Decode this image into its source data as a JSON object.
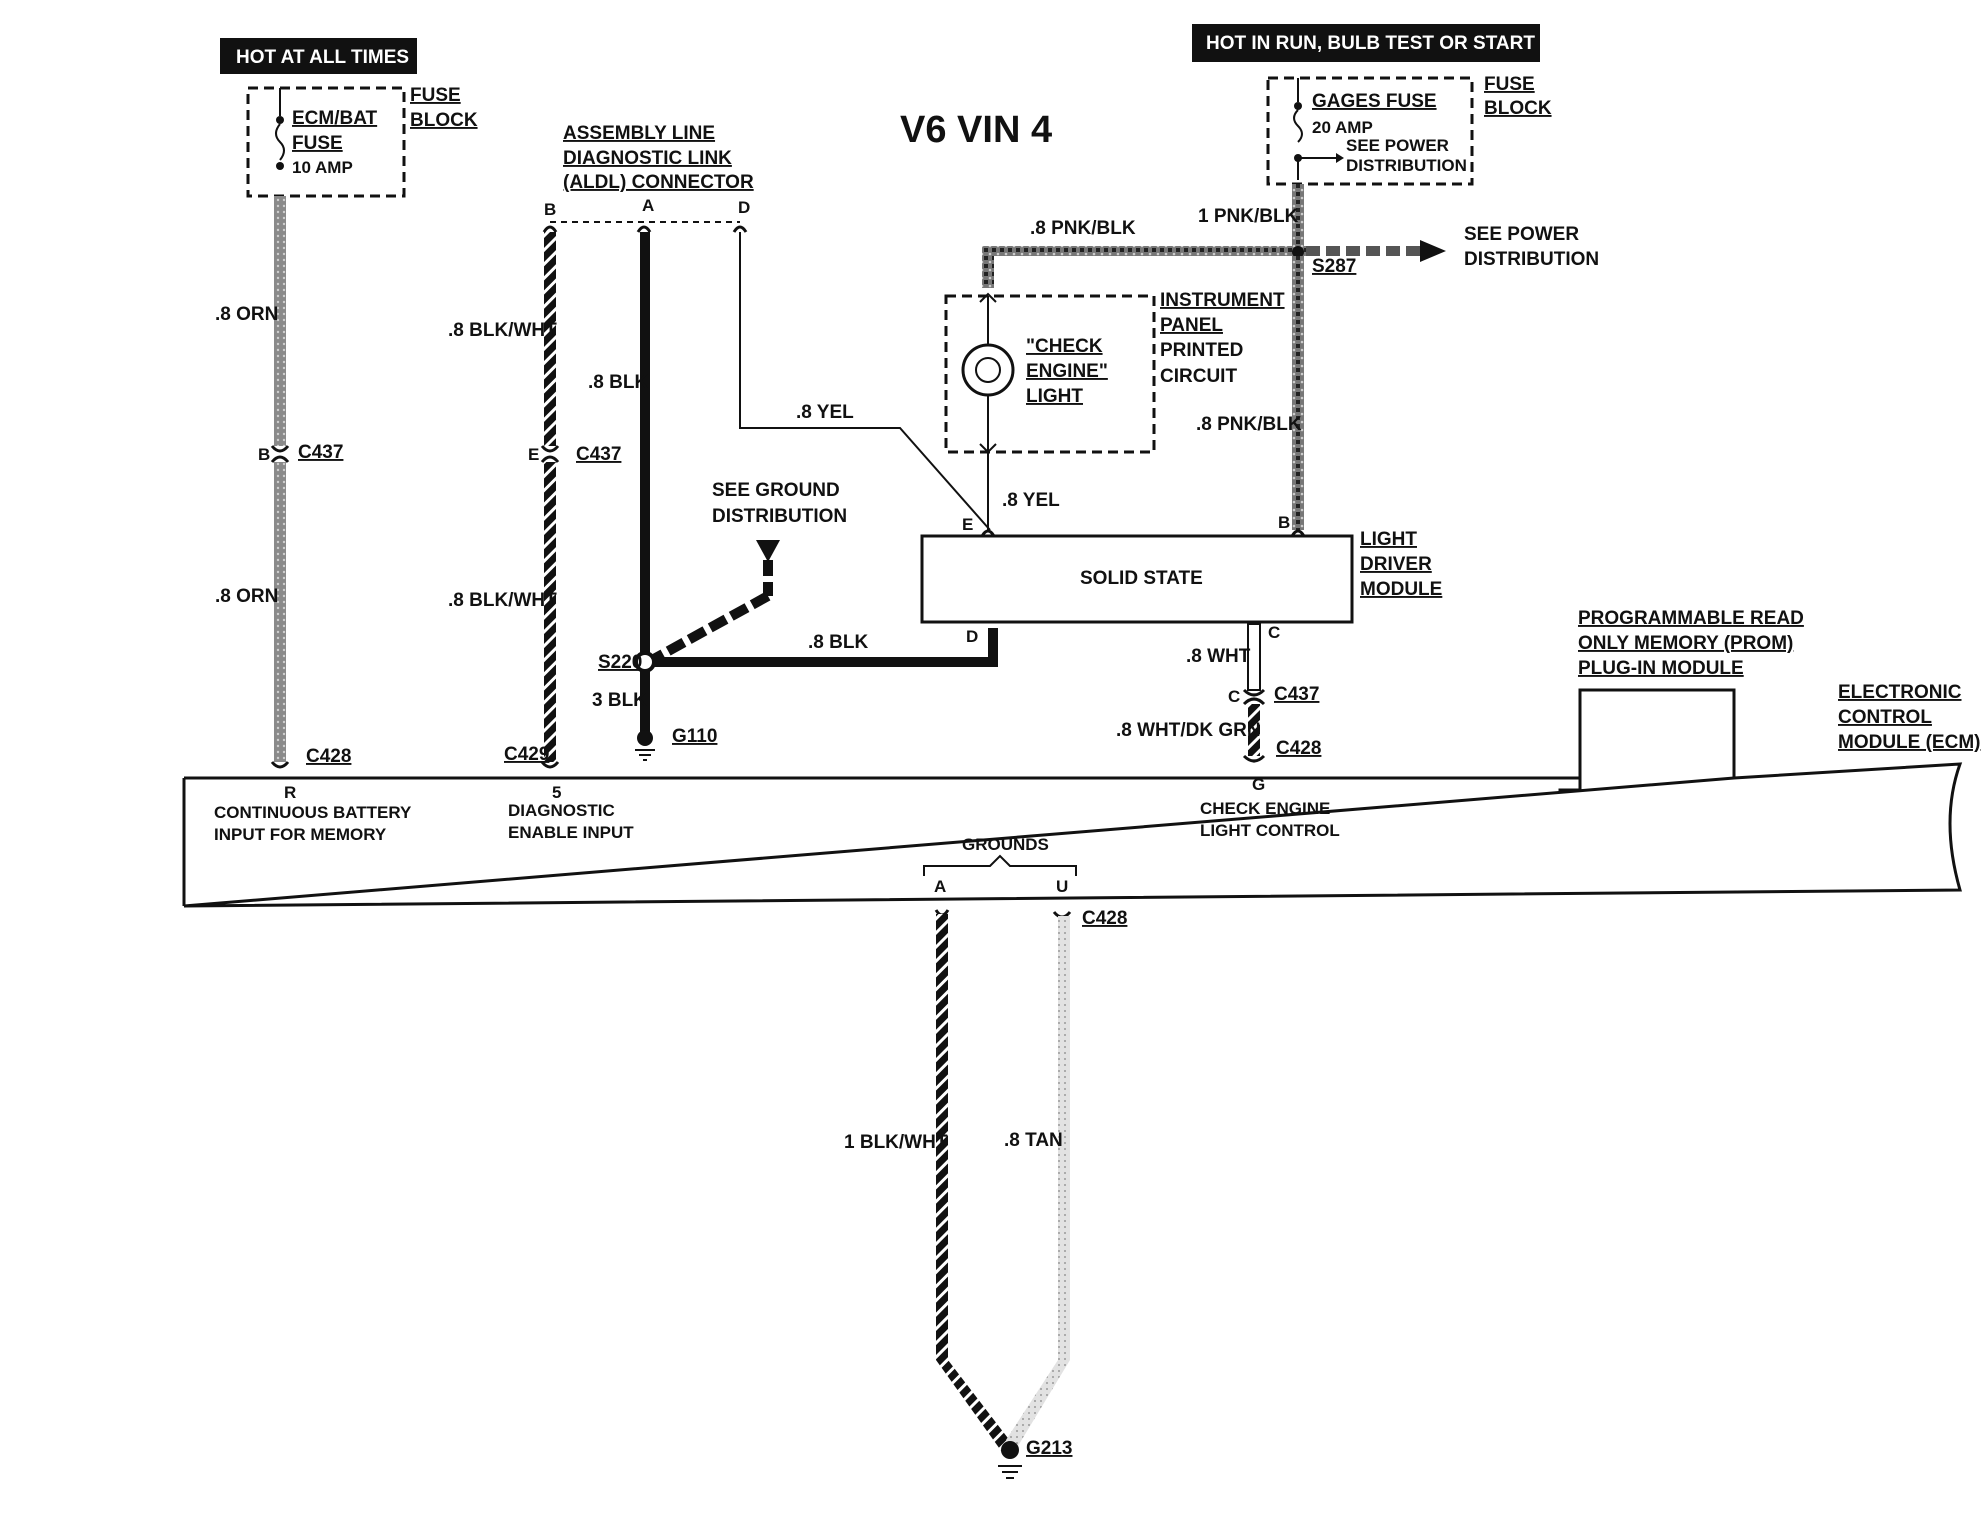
{
  "title": "V6 VIN 4",
  "hot_left": "HOT AT ALL TIMES",
  "hot_right": "HOT IN RUN,  BULB TEST OR START",
  "fuse_left": {
    "name": "ECM/BAT",
    "name2": "FUSE",
    "rating": "10 AMP"
  },
  "fuse_block": {
    "l1": "FUSE",
    "l2": "BLOCK"
  },
  "fuse_right": {
    "name": "GAGES FUSE",
    "rating": "20 AMP",
    "see1": "SEE POWER",
    "see2": "DISTRIBUTION"
  },
  "aldl": {
    "l1": "ASSEMBLY LINE",
    "l2": "DIAGNOSTIC LINK",
    "l3": "(ALDL) CONNECTOR",
    "pin_b": "B",
    "pin_a": "A",
    "pin_d": "D"
  },
  "see_power": {
    "l1": "SEE POWER",
    "l2": "DISTRIBUTION"
  },
  "see_ground": {
    "l1": "SEE GROUND",
    "l2": "DISTRIBUTION"
  },
  "instrument_panel": {
    "l1": "INSTRUMENT",
    "l2": "PANEL",
    "l3": "PRINTED",
    "l4": "CIRCUIT"
  },
  "check_light": {
    "l1": "\"CHECK",
    "l2": "ENGINE\"",
    "l3": "LIGHT"
  },
  "driver_module": {
    "body": "SOLID STATE",
    "l1": "LIGHT",
    "l2": "DRIVER",
    "l3": "MODULE",
    "pin_e": "E",
    "pin_b": "B",
    "pin_d": "D",
    "pin_c": "C"
  },
  "prom": {
    "l1": "PROGRAMMABLE READ",
    "l2": "ONLY MEMORY (PROM)",
    "l3": "PLUG-IN MODULE"
  },
  "ecm": {
    "l1": "ELECTRONIC",
    "l2": "CONTROL",
    "l3": "MODULE (ECM)"
  },
  "ecm_pins": {
    "r_pin": "R",
    "r_l1": "CONTINUOUS BATTERY",
    "r_l2": "INPUT FOR MEMORY",
    "p5_pin": "5",
    "p5_l1": "DIAGNOSTIC",
    "p5_l2": "ENABLE INPUT",
    "g_pin": "G",
    "g_l1": "CHECK ENGINE",
    "g_l2": "LIGHT CONTROL",
    "grounds": "GROUNDS",
    "ga": "A",
    "gu": "U"
  },
  "wires": {
    "orn_top": ".8 ORN",
    "orn_bot": ".8 ORN",
    "blkwht_top": ".8 BLK/WHT",
    "blkwht_bot": ".8 BLK/WHT",
    "blk_a": ".8 BLK",
    "yel1": ".8 YEL",
    "yel2": ".8 YEL",
    "pnkblk_top": ".8 PNK/BLK",
    "pnkblk_1": "1 PNK/BLK",
    "pnkblk_r": ".8 PNK/BLK",
    "blk_mid": ".8 BLK",
    "blk3": "3 BLK",
    "wht": ".8 WHT",
    "whtdkgrn": ".8 WHT/DK GRN",
    "blkwht_g": "1 BLK/WHT",
    "tan": ".8 TAN"
  },
  "connectors": {
    "c437_a": "C437",
    "c437_b": "C437",
    "c437_c": "C437",
    "c428_a": "C428",
    "c429": "C429",
    "c428_b": "C428",
    "c428_c": "C428",
    "s220": "S220",
    "s287": "S287",
    "g110": "G110",
    "g213": "G213",
    "pin_b437": "B",
    "pin_e437": "E",
    "pin_c437": "C"
  }
}
